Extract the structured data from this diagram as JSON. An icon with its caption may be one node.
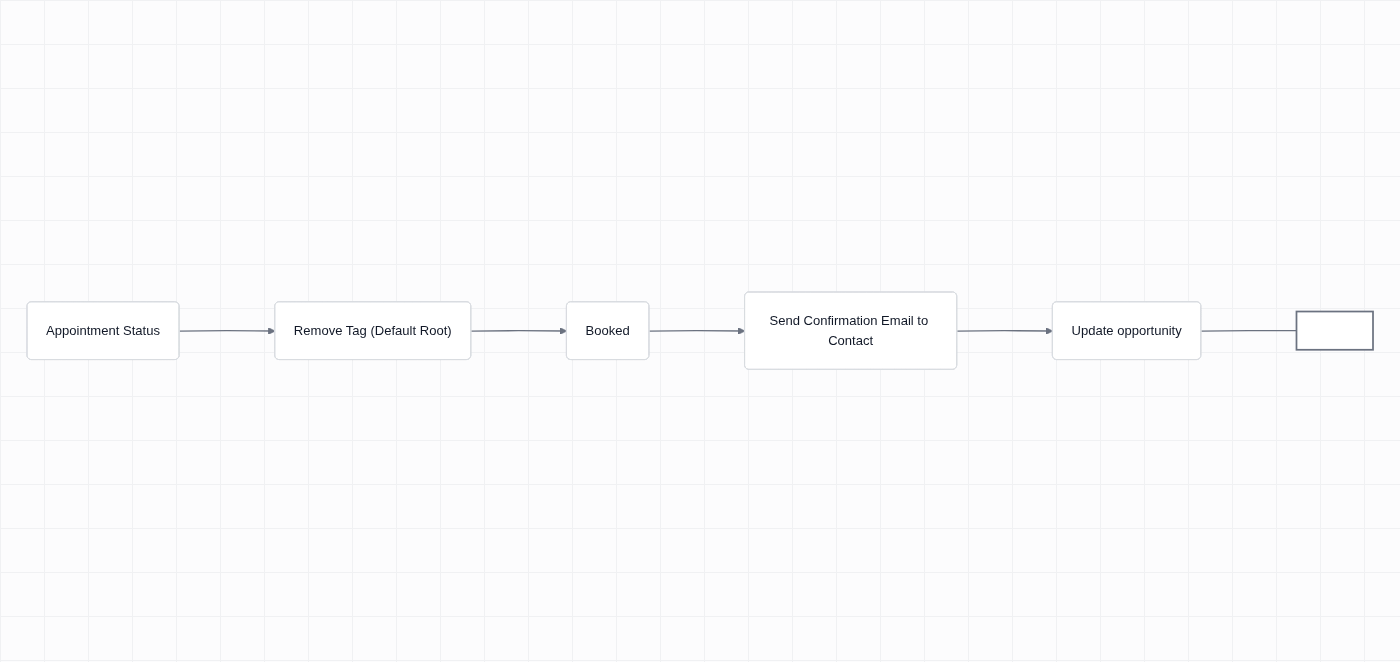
{
  "diagram": {
    "nodes": [
      {
        "text": [
          "Appointment Status"
        ]
      },
      {
        "text": [
          "Remove Tag (Default Root)"
        ]
      },
      {
        "text": [
          "Booked"
        ]
      },
      {
        "text": [
          "Send Confirmation Email to Contact"
        ]
      },
      {
        "text": [
          "Update opportunity"
        ]
      },
      {
        "text": [],
        "shape": "box"
      }
    ],
    "edges": [
      {
        "from": 0,
        "to": 1,
        "arrow": "to"
      },
      {
        "from": 1,
        "to": 2,
        "arrow": "to"
      },
      {
        "from": 2,
        "to": 3,
        "arrow": "to"
      },
      {
        "from": 3,
        "to": 4,
        "arrow": "to"
      },
      {
        "from": 4,
        "to": 5,
        "arrow": "none"
      }
    ]
  }
}
